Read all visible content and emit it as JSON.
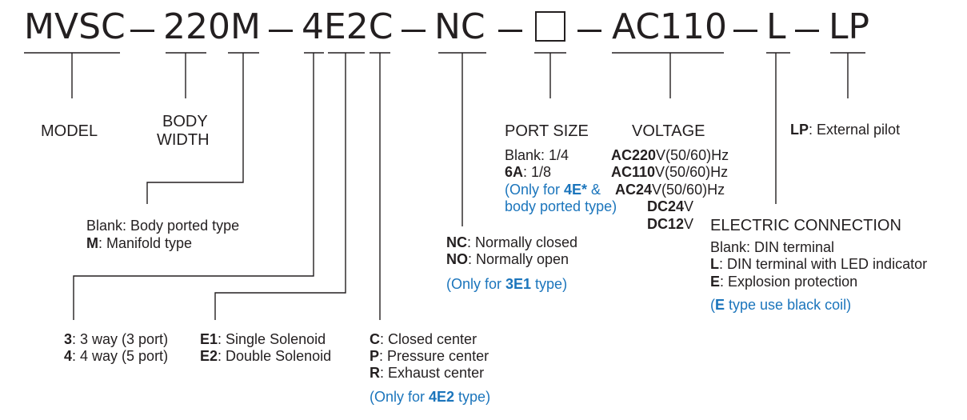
{
  "code": {
    "model": "MVSC",
    "body_width": "220M",
    "function": "4E2C",
    "normal": "NC",
    "voltage": "AC110",
    "connection": "L",
    "pilot": "LP"
  },
  "model": {
    "label": "MODEL"
  },
  "body_width": {
    "label_line1": "BODY",
    "label_line2": "WIDTH",
    "blank_key": "Blank",
    "blank_val": ": Body ported type",
    "m_key": "M",
    "m_val": ": Manifold type"
  },
  "ways": {
    "k3": "3",
    "v3": ": 3 way (3 port)",
    "k4": "4",
    "v4": ": 4 way (5 port)"
  },
  "solenoid": {
    "k1": "E1",
    "v1": ": Single Solenoid",
    "k2": "E2",
    "v2": ": Double Solenoid"
  },
  "center": {
    "kc": "C",
    "vc": ": Closed center",
    "kp": "P",
    "vp": ": Pressure center",
    "kr": "R",
    "vr": ": Exhaust center",
    "note_pre": "(Only for ",
    "note_key": "4E2",
    "note_post": " type)"
  },
  "normal": {
    "k_nc": "NC",
    "v_nc": ": Normally closed",
    "k_no": "NO",
    "v_no": ": Normally open",
    "note_pre": "(Only for ",
    "note_key": "3E1",
    "note_post": " type)"
  },
  "port_size": {
    "label": "PORT SIZE",
    "blank": "Blank: 1/4",
    "k6a": "6A",
    "v6a": ": 1/8",
    "note_pre": "(Only for ",
    "note_key": "4E*",
    "note_post": " &",
    "note_line2": "body ported type)"
  },
  "voltage": {
    "label": "VOLTAGE",
    "rows": [
      {
        "b": "AC220",
        "r": "V(50/60)Hz"
      },
      {
        "b": "AC110",
        "r": "V(50/60)Hz"
      },
      {
        "b": "AC24",
        "r": "V(50/60)Hz"
      },
      {
        "b": "DC24",
        "r": "V"
      },
      {
        "b": "DC12",
        "r": "V"
      }
    ],
    "row0_b": "AC220",
    "row0_r": "V(50/60)Hz",
    "row1_b": "AC110",
    "row1_r": "V(50/60)Hz",
    "row2_b": "AC24",
    "row2_r": "V(50/60)Hz",
    "row3_b": "DC24",
    "row3_r": "V",
    "row4_b": "DC12",
    "row4_r": "V"
  },
  "connection": {
    "label": "ELECTRIC CONNECTION",
    "blank": "Blank: DIN terminal",
    "kl": "L",
    "vl": ": DIN terminal with LED indicator",
    "ke": "E",
    "ve": ": Explosion protection",
    "note_pre": "(",
    "note_key": "E",
    "note_post": " type use black coil)"
  },
  "pilot": {
    "key": "LP",
    "val": ": External pilot"
  },
  "colors": {
    "text": "#231f20",
    "note_blue": "#1b75bc",
    "background": "#ffffff"
  }
}
